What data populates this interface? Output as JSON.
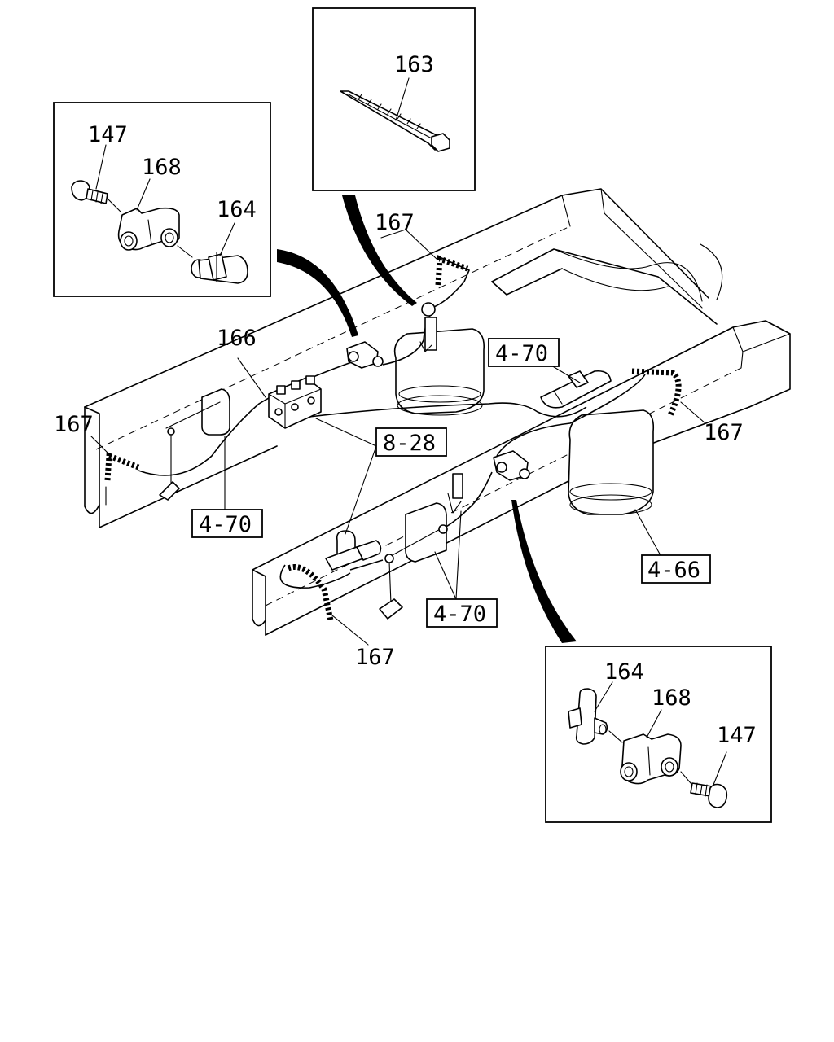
{
  "callouts": {
    "l163": "163",
    "l147_top": "147",
    "l168_top": "168",
    "l164_top": "164",
    "l167_top": "167",
    "l166": "166",
    "l167_left": "167",
    "l470_left": "4-70",
    "l828": "8-28",
    "l470_right": "4-70",
    "l167_right": "167",
    "l466": "4-66",
    "l470_mid": "4-70",
    "l167_bottom": "167",
    "l164_bot": "164",
    "l168_bot": "168",
    "l147_bot": "147"
  }
}
